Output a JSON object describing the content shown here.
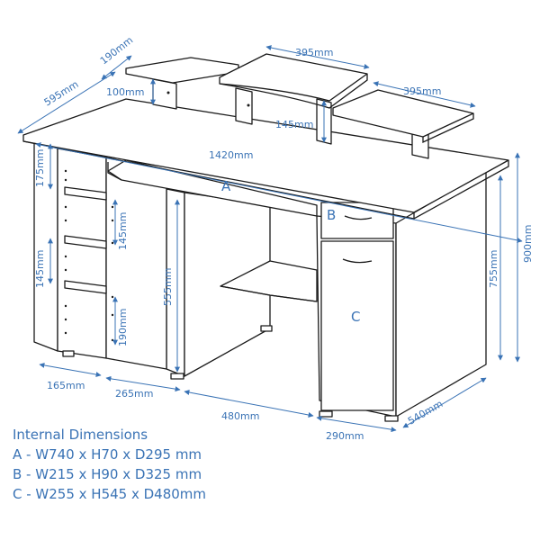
{
  "colors": {
    "dimension": "#3a73b5",
    "outline": "#1a1a1a",
    "background": "#ffffff"
  },
  "dimensions": {
    "shelf_left_depth": "190mm",
    "shelf_middle_width": "395mm",
    "shelf_right_width": "395mm",
    "desk_depth_top": "595mm",
    "shelf_height": "100mm",
    "middle_shelf_height": "145mm",
    "desk_width": "1420mm",
    "top_compartment_height": "175mm",
    "shelf_spacing_upper": "145mm",
    "shelf_spacing_lower": "145mm",
    "cpu_space_height": "555mm",
    "cpu_shelf_height": "190mm",
    "cabinet_height": "755mm",
    "total_height": "900mm",
    "left_width": "165mm",
    "cpu_width": "265mm",
    "knee_width": "480mm",
    "cabinet_width": "290mm",
    "desk_depth": "540mm"
  },
  "labels": {
    "a": "A",
    "b": "B",
    "c": "C"
  },
  "legend": {
    "title": "Internal Dimensions",
    "items": [
      "A - W740 x H70 x D295 mm",
      "B - W215 x H90 x D325 mm",
      "C - W255 x H545 x D480mm"
    ]
  }
}
